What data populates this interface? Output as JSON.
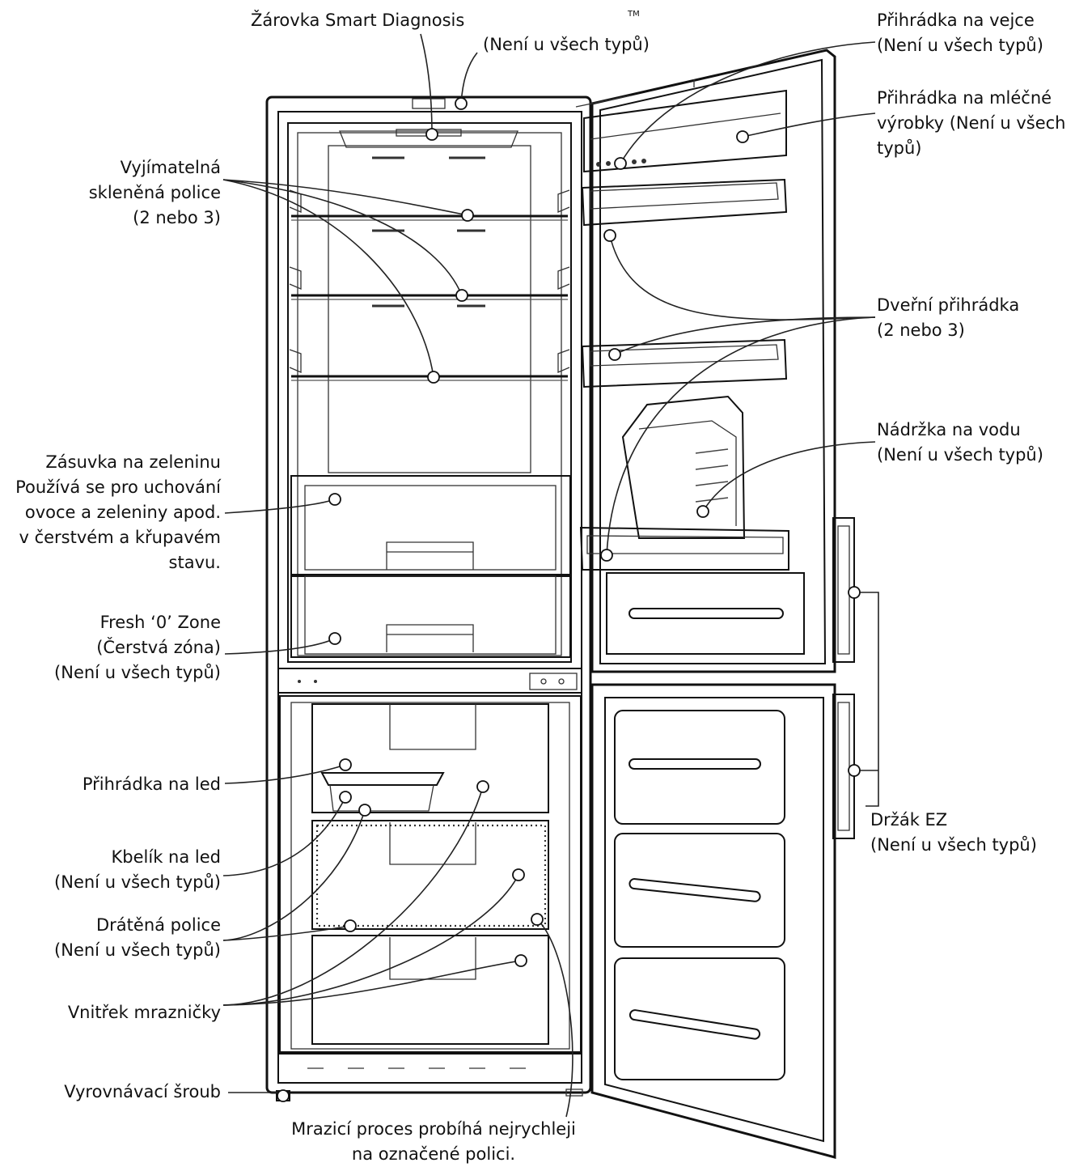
{
  "tm": "TM",
  "labels": {
    "lamp": "Žárovka Smart Diagnosis",
    "lamp_note": "(Není u všech typů)",
    "egg": [
      "Přihrádka na vejce",
      "(Není u všech typů)"
    ],
    "dairy": [
      "Přihrádka na mléčné",
      "výrobky (Není u všech",
      "typů)"
    ],
    "glass_shelf": [
      "Vyjímatelná",
      "skleněná police",
      "(2 nebo 3)"
    ],
    "door_bin": [
      "Dveřní přihrádka",
      "(2 nebo 3)"
    ],
    "water_tank": [
      "Nádržka na vodu",
      "(Není u všech typů)"
    ],
    "vegetable": [
      "Zásuvka na zeleninu",
      "Používá se pro uchování",
      "ovoce a zeleniny apod.",
      "v čerstvém a křupavém",
      "stavu."
    ],
    "fresh_zone": [
      "Fresh ‘0’ Zone",
      "(Čerstvá zóna)",
      "(Není u všech typů)"
    ],
    "ice_tray": "Přihrádka na led",
    "ez_handle": [
      "Držák EZ",
      "(Není u všech typů)"
    ],
    "ice_bin": [
      "Kbelík na led",
      "(Není u všech typů)"
    ],
    "wire_shelf": [
      "Drátěná police",
      "(Není u všech typů)"
    ],
    "freezer_interior": "Vnitřek mrazničky",
    "leveling_screw": "Vyrovnávací šroub",
    "freezing_note": [
      "Mrazicí proces probíhá nejrychleji",
      "na označené polici."
    ]
  }
}
